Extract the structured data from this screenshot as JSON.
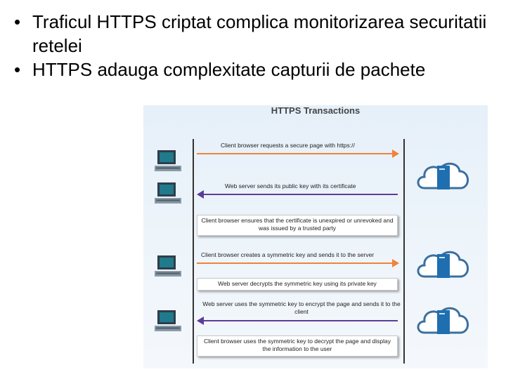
{
  "bullets": [
    "Traficul HTTPS criptat complica monitorizarea securitatii retelei",
    "HTTPS adauga complexitate capturii de pachete"
  ],
  "diagram": {
    "title": "HTTPS Transactions",
    "msg1": "Client browser requests a secure page with https://",
    "msg2": "Web server sends its public key with its certificate",
    "box1": "Client browser ensures that the certificate is unexpired or unrevoked and was issued by a trusted party",
    "msg3": "Client browser creates a symmetric key and sends it to the server",
    "box2": "Web server decrypts the symmetric key using its private key",
    "msg4": "Web server uses the symmetric key to encrypt the page and sends it to the client",
    "box3": "Client browser uses the symmetric key to decrypt the page and display the information to the user",
    "colors": {
      "request_arrow": "#f0833a",
      "response_arrow": "#5b3c97",
      "server": "#1f6fb0"
    }
  }
}
